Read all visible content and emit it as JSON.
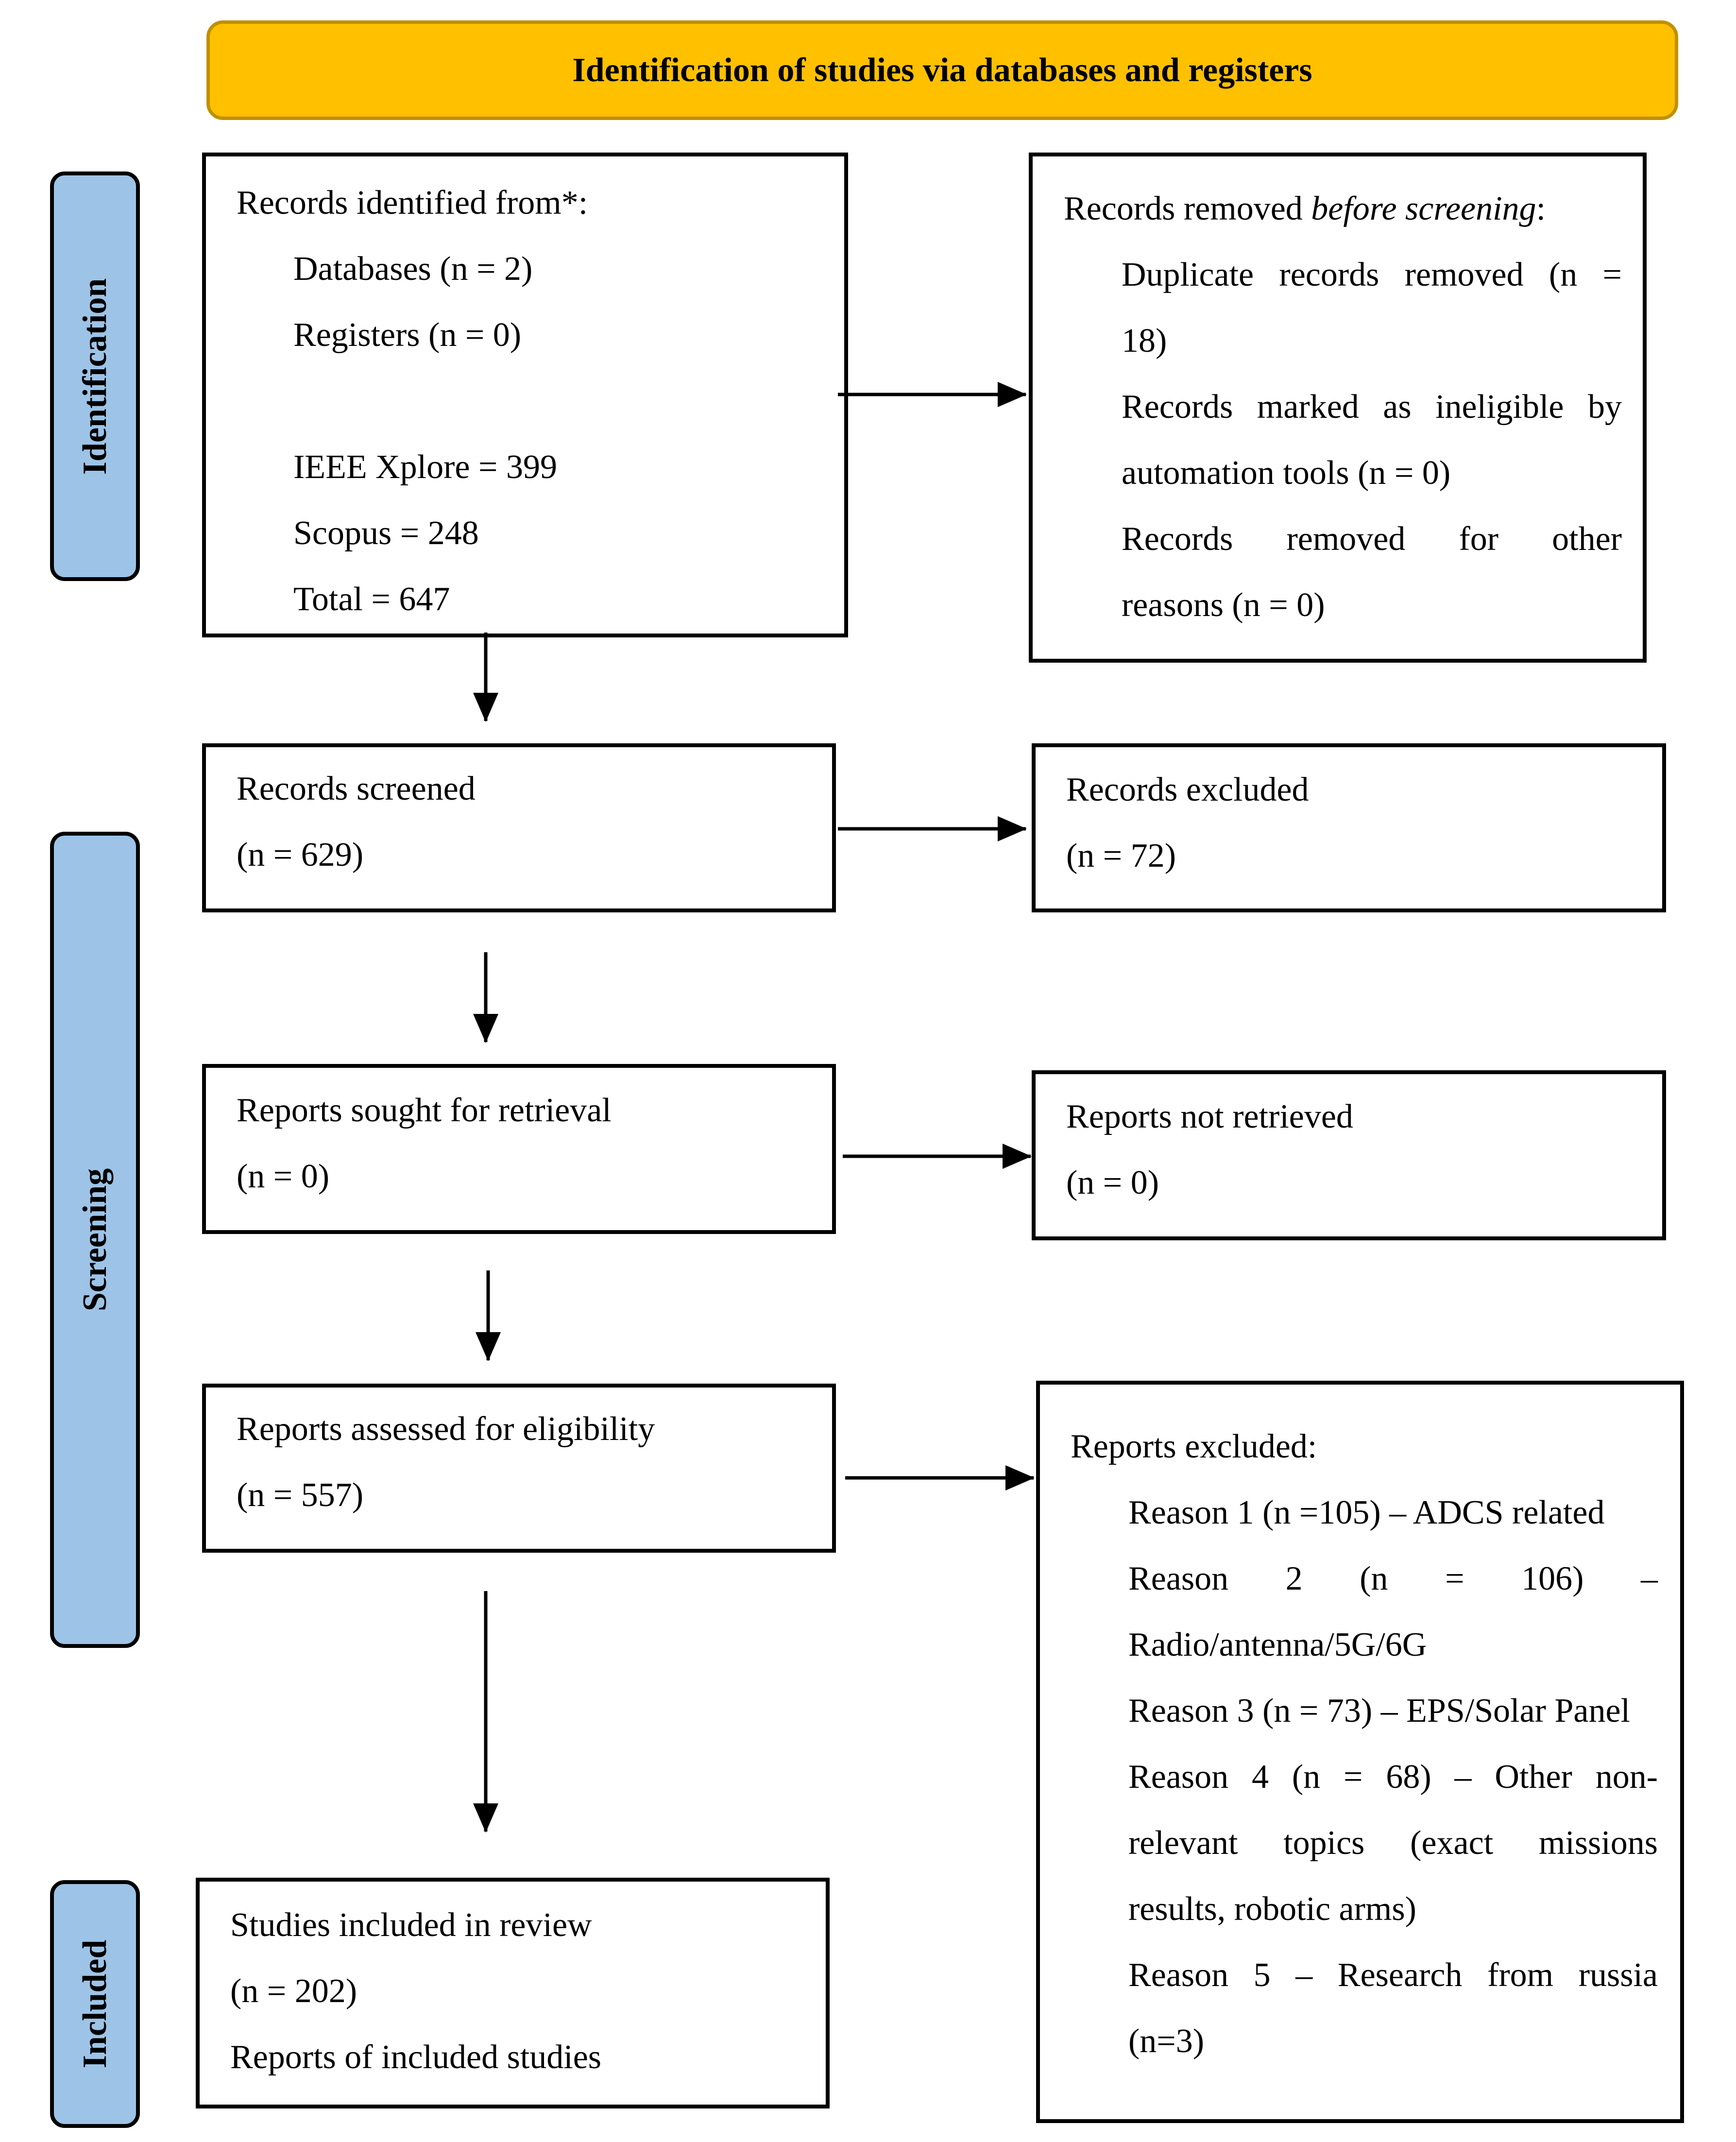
{
  "header": {
    "title": "Identification of studies via databases and registers"
  },
  "stages": {
    "identification": "Identification",
    "screening": "Screening",
    "included": "Included"
  },
  "identified": {
    "title": "Records identified from*:",
    "databases": "Databases (n = 2)",
    "registers": "Registers (n = 0)",
    "ieee": "IEEE Xplore = 399",
    "scopus": "Scopus = 248",
    "total": "Total = 647"
  },
  "removed": {
    "title_prefix": "Records removed ",
    "title_emph": "before screening",
    "title_suffix": ":",
    "duplicates_line1": "Duplicate records removed (n =",
    "duplicates_line2": "18)",
    "ineligible_line1": "Records marked as ineligible by",
    "ineligible_line2": "automation tools (n = 0)",
    "other_line1": "Records removed for other",
    "other_line2": "reasons (n = 0)"
  },
  "screened": {
    "title": "Records screened",
    "count": "(n = 629)"
  },
  "excluded": {
    "title": "Records excluded",
    "count": "(n = 72)"
  },
  "sought": {
    "title": "Reports sought for retrieval",
    "count": "(n = 0)"
  },
  "not_retrieved": {
    "title": "Reports not retrieved",
    "count": "(n = 0)"
  },
  "assessed": {
    "title": "Reports assessed for eligibility",
    "count": "(n = 557)"
  },
  "reports_excluded": {
    "title": "Reports excluded:",
    "reason1": "Reason 1 (n =105) – ADCS related",
    "reason2_line1": "Reason 2 (n = 106) –",
    "reason2_line2": "Radio/antenna/5G/6G",
    "reason3": "Reason 3 (n = 73) – EPS/Solar Panel",
    "reason4_line1": "Reason 4 (n = 68) – Other non-",
    "reason4_line2": "relevant topics (exact missions",
    "reason4_line3": "results, robotic arms)",
    "reason5_line1": "Reason 5 – Research from russia",
    "reason5_line2": "(n=3)"
  },
  "included": {
    "title": "Studies included in review",
    "count": "(n = 202)",
    "reports": "Reports of included studies"
  }
}
